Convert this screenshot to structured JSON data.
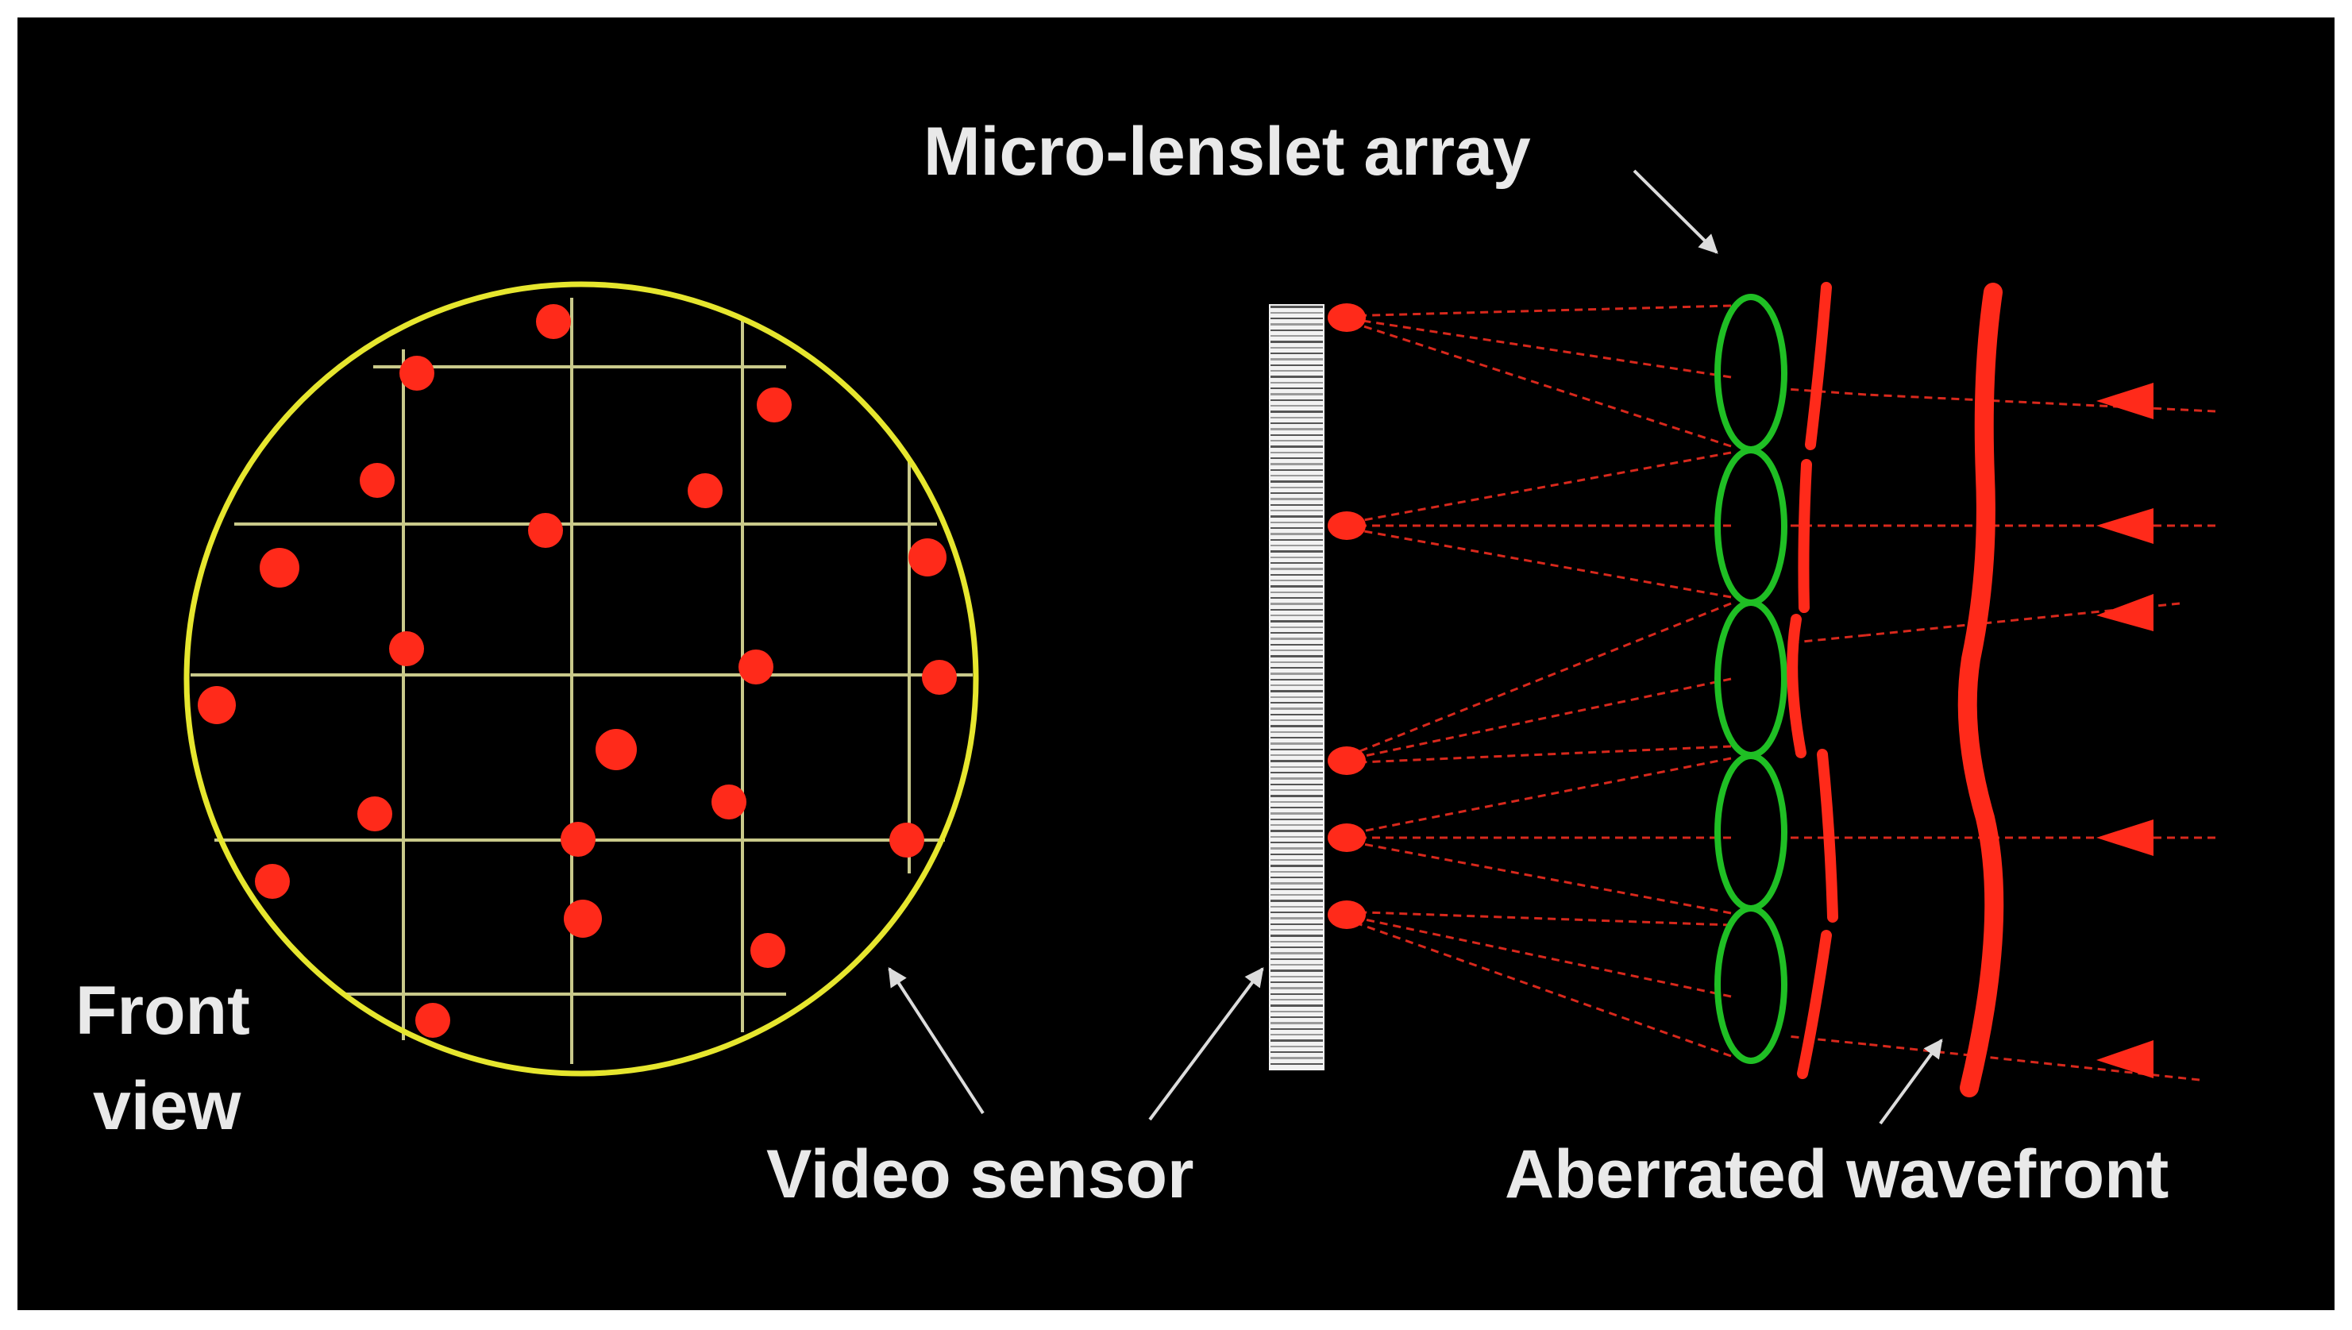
{
  "labels": {
    "micro_lenslet_array": "Micro-lenslet array",
    "front_view_line1": "Front",
    "front_view_line2": "view",
    "video_sensor": "Video sensor",
    "aberrated_wavefront": "Aberrated wavefront"
  },
  "colors": {
    "background": "#000000",
    "circle": "#e6e62e",
    "grid": "#c9c98a",
    "spot": "#ff2a1a",
    "ray": "#d8281c",
    "lenslet": "#1fbf24",
    "wavefront": "#ff2a1a",
    "label": "#e9e9e9",
    "arrow": "#dcdcdc"
  },
  "lenslet_count": 5,
  "focal_spot_count": 5
}
